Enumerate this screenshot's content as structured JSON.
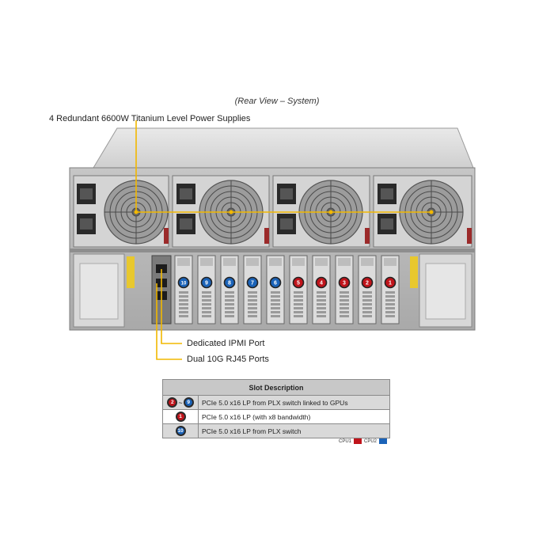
{
  "view_title": "(Rear View – System)",
  "callouts": {
    "psu": "4 Redundant 6600W Titanium Level Power Supplies",
    "ipmi": "Dedicated IPMI Port",
    "lan": "Dual 10G RJ45 Ports"
  },
  "slots": [
    {
      "num": "10",
      "cpu": "cpu2"
    },
    {
      "num": "9",
      "cpu": "cpu2"
    },
    {
      "num": "8",
      "cpu": "cpu2"
    },
    {
      "num": "7",
      "cpu": "cpu2"
    },
    {
      "num": "6",
      "cpu": "cpu2"
    },
    {
      "num": "5",
      "cpu": "cpu1"
    },
    {
      "num": "4",
      "cpu": "cpu1"
    },
    {
      "num": "3",
      "cpu": "cpu1"
    },
    {
      "num": "2",
      "cpu": "cpu1"
    },
    {
      "num": "1",
      "cpu": "cpu1"
    }
  ],
  "slot_table": {
    "header": "Slot Description",
    "rows": [
      {
        "badge_a": "2",
        "dash": "~",
        "badge_b": "9",
        "desc": "PCIe 5.0 x16 LP from PLX switch linked to GPUs"
      },
      {
        "badge_a": "1",
        "desc": "PCIe 5.0 x16 LP (with x8 bandwidth)"
      },
      {
        "badge_a": "10",
        "desc": "PCIe 5.0 x16 LP from PLX switch"
      }
    ]
  },
  "legend": {
    "cpu1_label": "CPU1",
    "cpu2_label": "CPU2"
  },
  "colors": {
    "cpu1": "#c0141b",
    "cpu2": "#1b63b8",
    "callout_line": "#f2b800"
  }
}
